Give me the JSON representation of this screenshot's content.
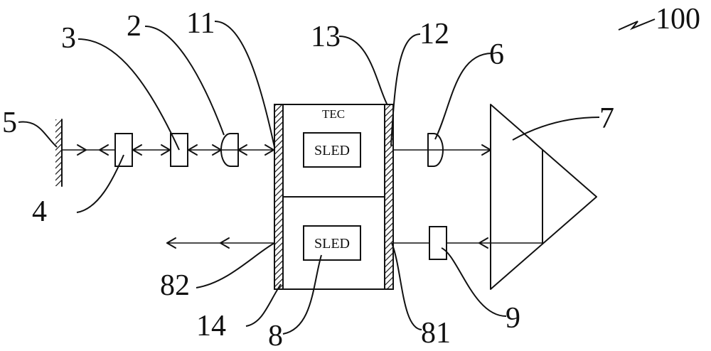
{
  "figure": {
    "assembly_label": "100",
    "tec_label": "TEC",
    "sled_upper_label": "SLED",
    "sled_lower_label": "SLED"
  },
  "labels": [
    {
      "id": "5",
      "text": "5",
      "refers_to": "mirror"
    },
    {
      "id": "3",
      "text": "3",
      "refers_to": "optical-element-near-lens"
    },
    {
      "id": "2",
      "text": "2",
      "refers_to": "lens-left"
    },
    {
      "id": "11",
      "text": "11",
      "refers_to": "upper-sled-left-facet"
    },
    {
      "id": "13",
      "text": "13",
      "refers_to": "right-hatched-layer"
    },
    {
      "id": "12",
      "text": "12",
      "refers_to": "upper-sled-right-facet"
    },
    {
      "id": "6",
      "text": "6",
      "refers_to": "lens-right"
    },
    {
      "id": "7",
      "text": "7",
      "refers_to": "prism"
    },
    {
      "id": "4",
      "text": "4",
      "refers_to": "optical-element-near-mirror"
    },
    {
      "id": "82",
      "text": "82",
      "refers_to": "lower-sled-left-facet"
    },
    {
      "id": "14",
      "text": "14",
      "refers_to": "left-hatched-layer"
    },
    {
      "id": "8",
      "text": "8",
      "refers_to": "lower-sled"
    },
    {
      "id": "81",
      "text": "81",
      "refers_to": "lower-sled-right-facet"
    },
    {
      "id": "9",
      "text": "9",
      "refers_to": "optical-element-lower-path"
    }
  ]
}
